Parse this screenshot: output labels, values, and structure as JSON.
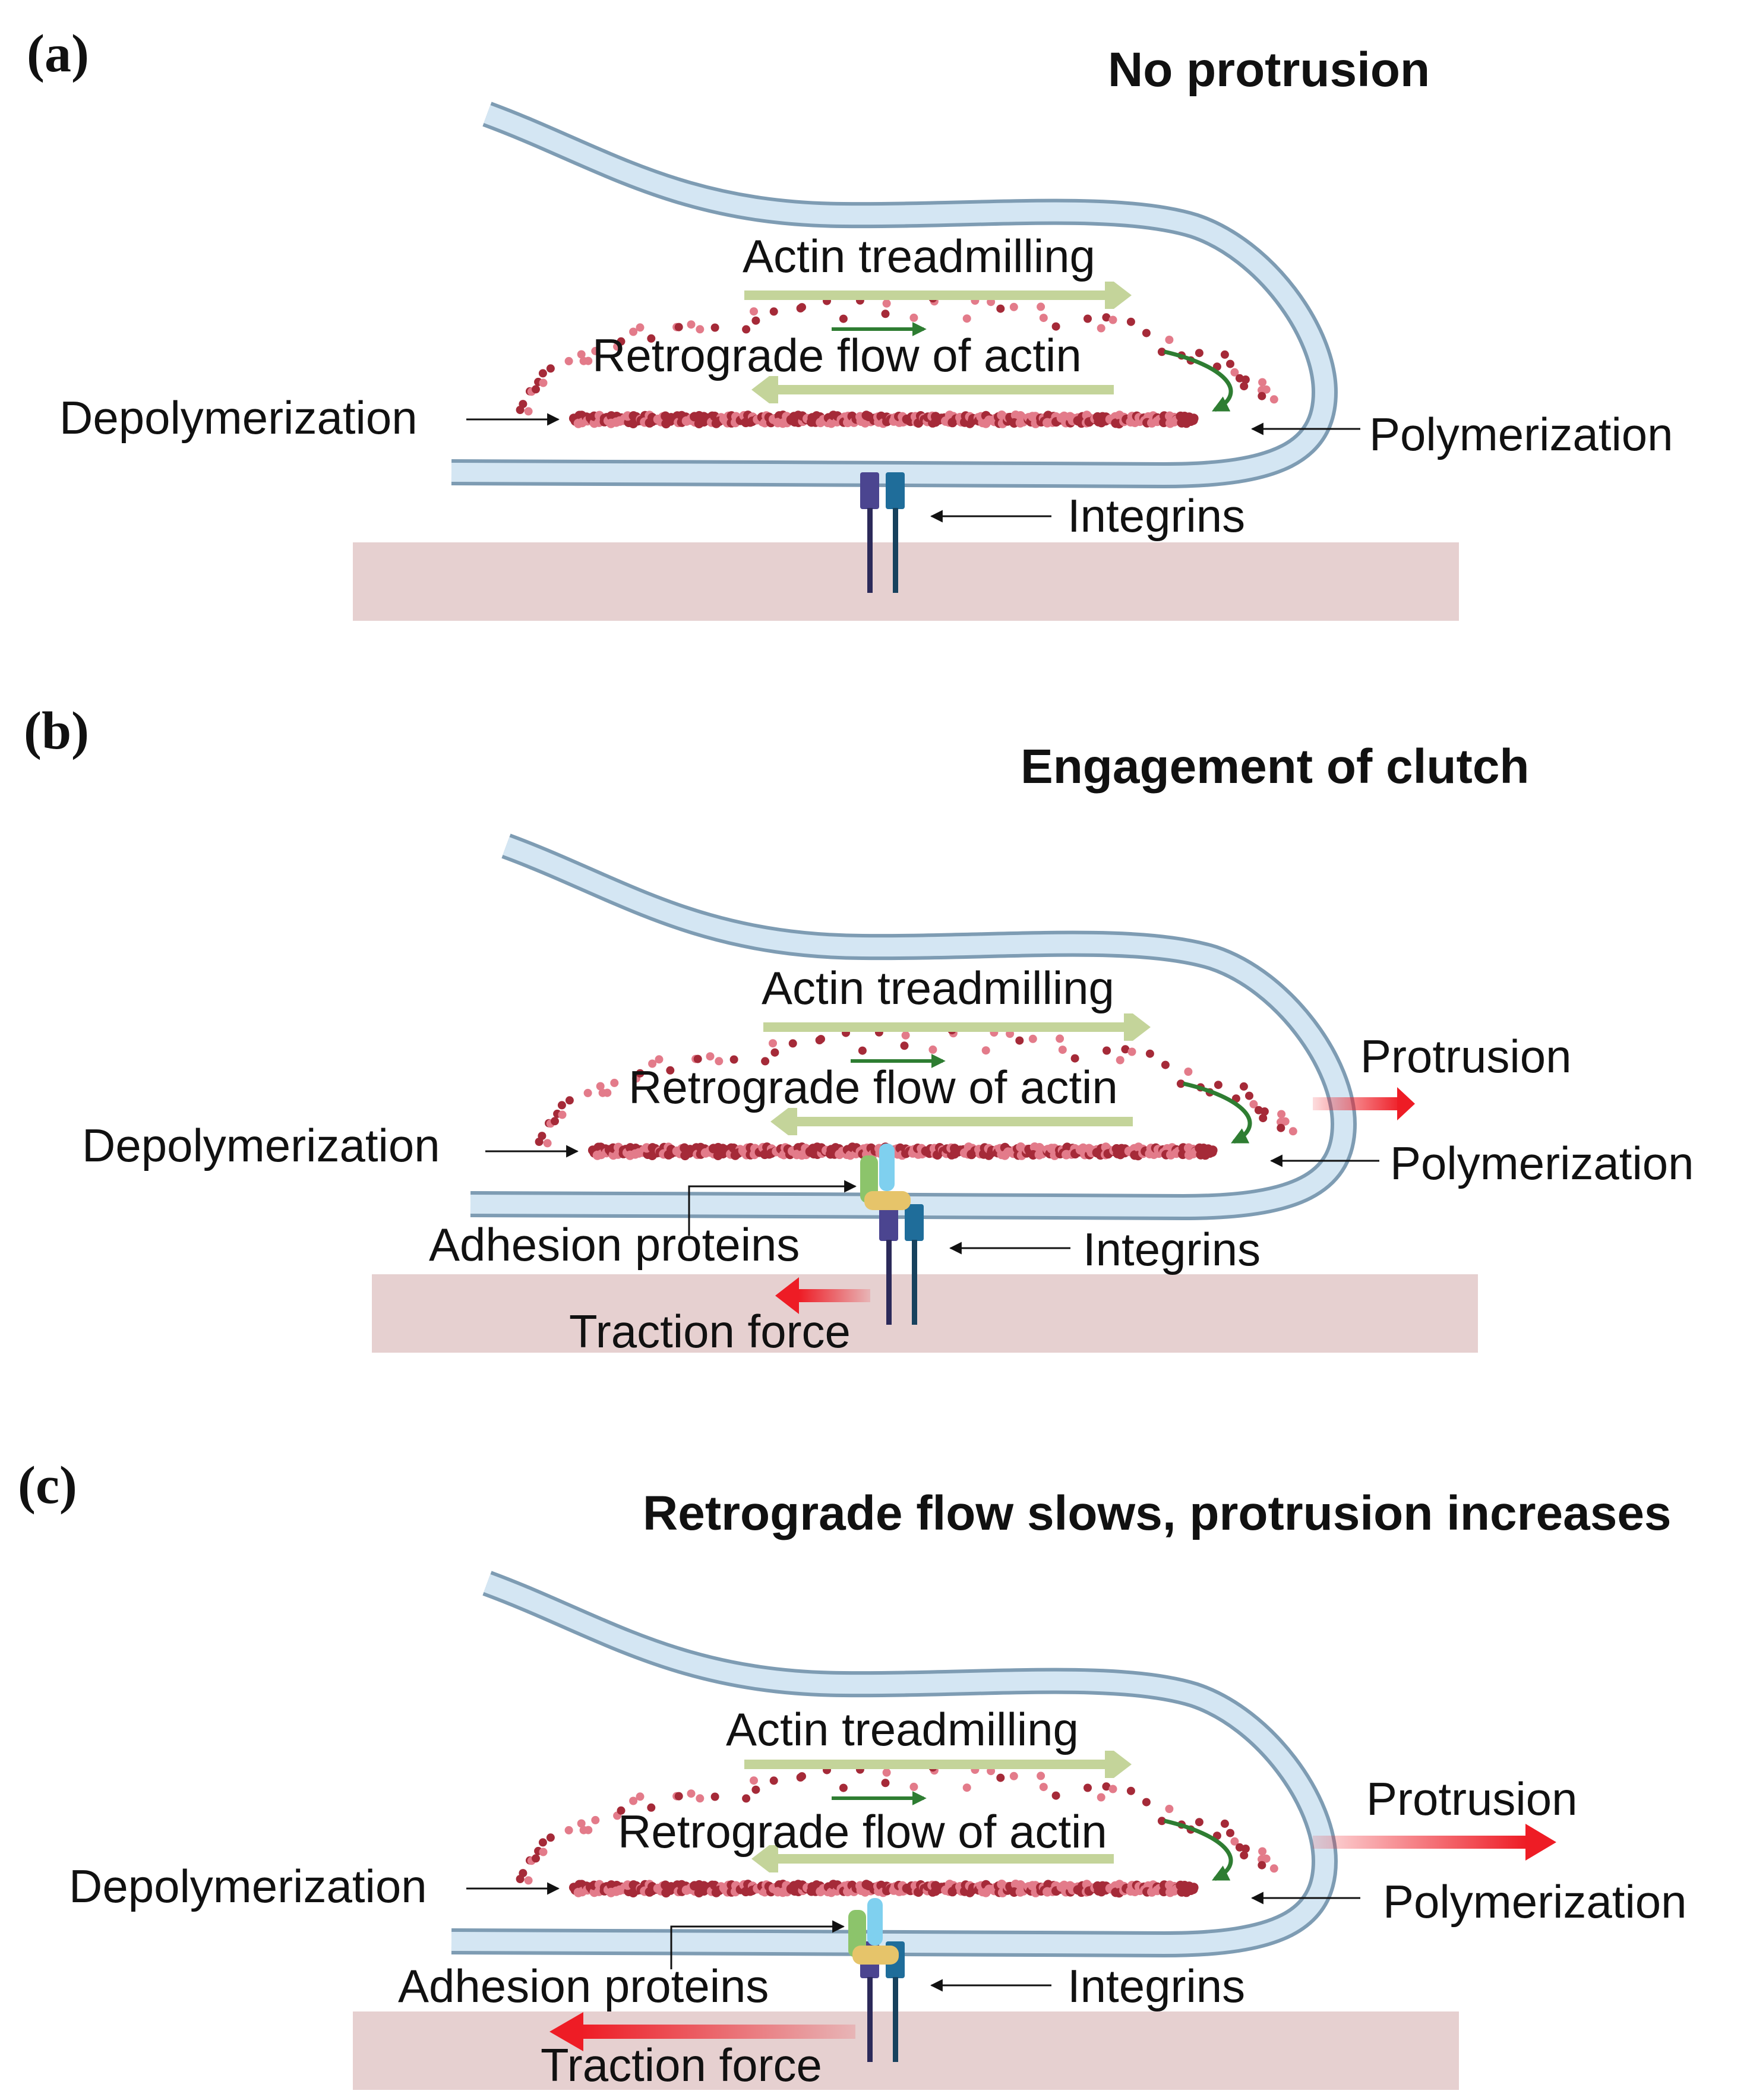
{
  "colors": {
    "membrane_outline": "#7e9cb3",
    "membrane_fill": "#d4e6f3",
    "substrate": "#e6d0d0",
    "actin_dark": "#a52a38",
    "actin_light": "#e37b8a",
    "treadmill_arrow": "#c4d49a",
    "green_arrow": "#2e7d32",
    "protrusion_arrow": "#ee1c25",
    "integrin_a": "#4b4590",
    "integrin_b": "#1f6d9a",
    "adhesion_green": "#8cc46b",
    "adhesion_blue": "#7fd0ef",
    "adhesion_yellow": "#e6c46a"
  },
  "panels": [
    {
      "letter": "(a)",
      "title": "No protrusion",
      "labels": {
        "treadmilling": "Actin treadmilling",
        "retrograde": "Retrograde flow of actin",
        "depolymerization": "Depolymerization",
        "polymerization": "Polymerization",
        "integrins": "Integrins"
      }
    },
    {
      "letter": "(b)",
      "title": "Engagement of clutch",
      "labels": {
        "treadmilling": "Actin treadmilling",
        "retrograde": "Retrograde flow of actin",
        "depolymerization": "Depolymerization",
        "polymerization": "Polymerization",
        "integrins": "Integrins",
        "protrusion": "Protrusion",
        "adhesion": "Adhesion proteins",
        "traction": "Traction force"
      }
    },
    {
      "letter": "(c)",
      "title": "Retrograde flow slows, protrusion increases",
      "labels": {
        "treadmilling": "Actin treadmilling",
        "retrograde": "Retrograde flow of actin",
        "depolymerization": "Depolymerization",
        "polymerization": "Polymerization",
        "integrins": "Integrins",
        "protrusion": "Protrusion",
        "adhesion": "Adhesion proteins",
        "traction": "Traction force"
      }
    }
  ]
}
